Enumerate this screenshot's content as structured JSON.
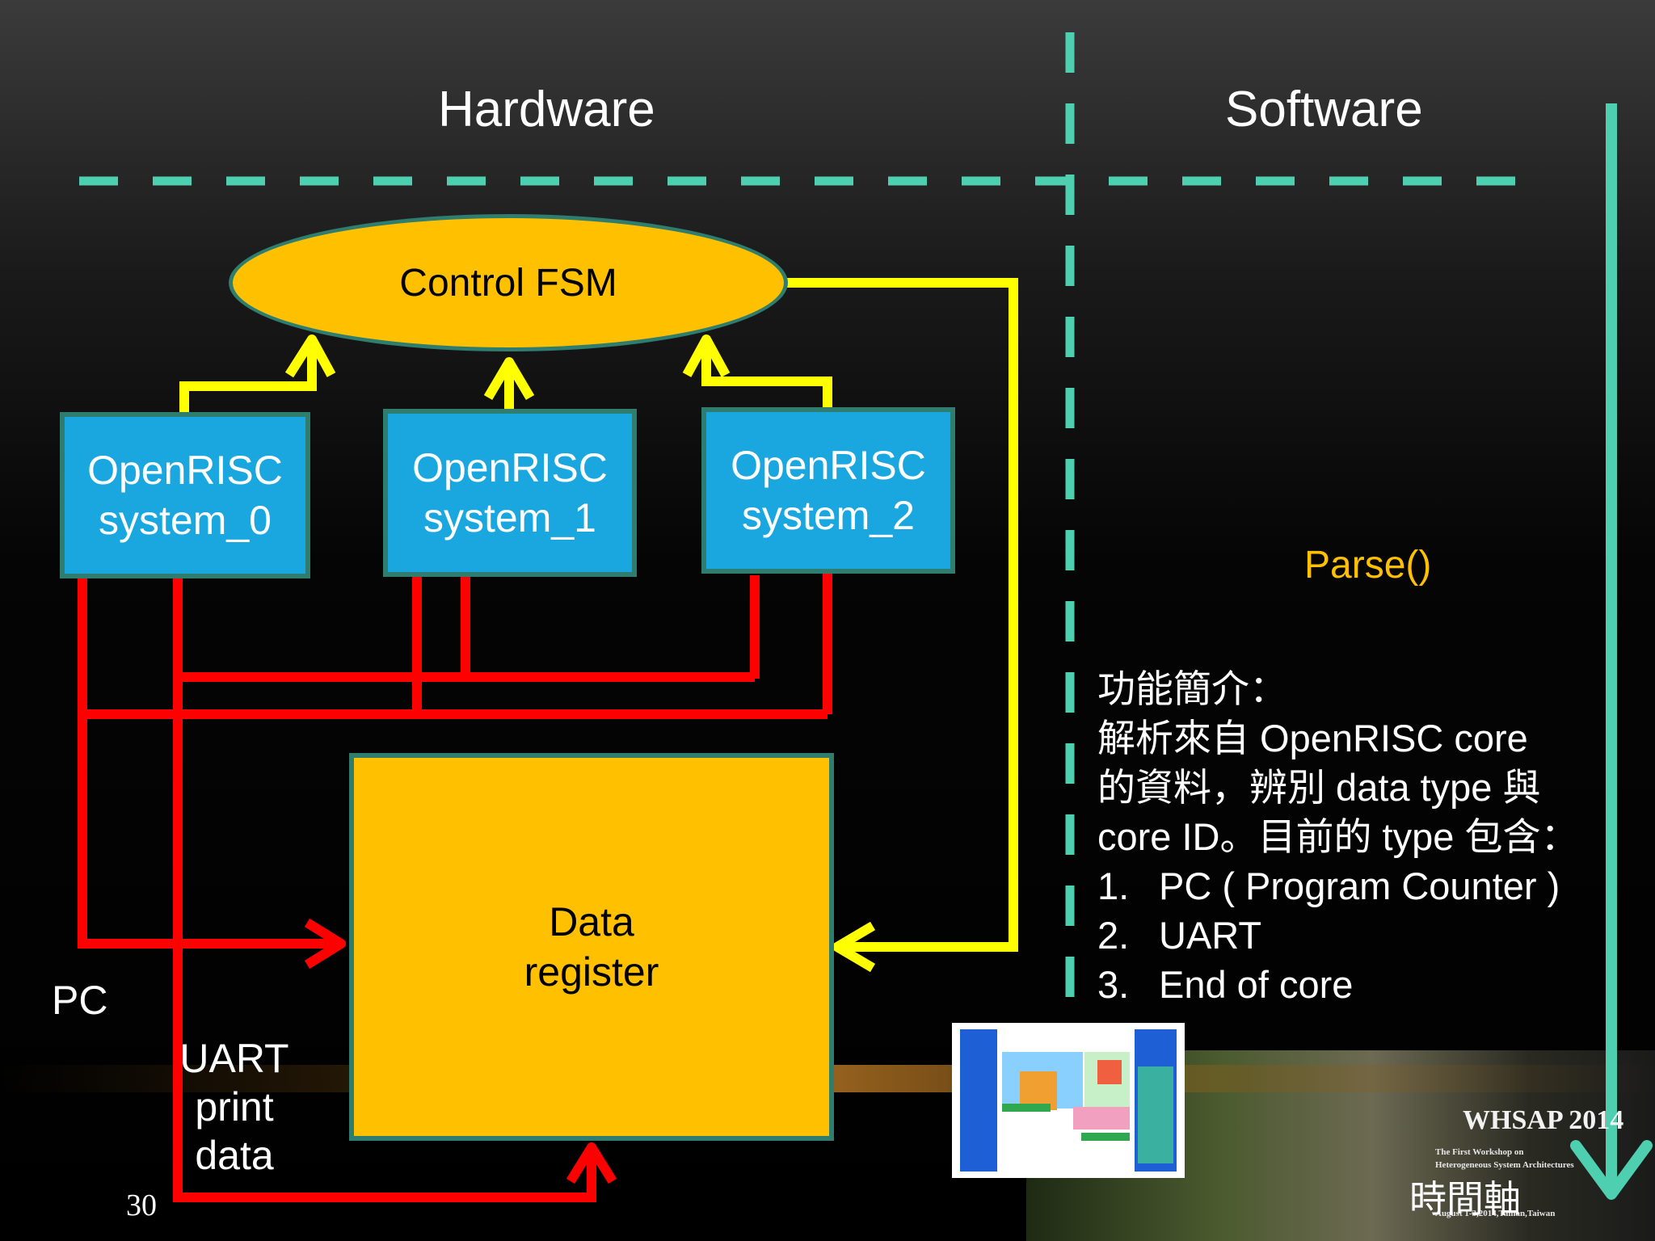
{
  "headings": {
    "hardware": "Hardware",
    "software": "Software"
  },
  "control_fsm": "Control FSM",
  "systems": [
    {
      "line1": "OpenRISC",
      "line2": "system_0"
    },
    {
      "line1": "OpenRISC",
      "line2": "system_1"
    },
    {
      "line1": "OpenRISC",
      "line2": "system_2"
    }
  ],
  "data_register": {
    "line1": "Data",
    "line2": "register"
  },
  "labels": {
    "pc": "PC",
    "uart_print_data": [
      "UART",
      "print",
      "data"
    ]
  },
  "software": {
    "parse": "Parse()",
    "intro_lines": [
      "功能簡介：",
      "解析來自 OpenRISC core",
      "的資料，辨別 data type 與",
      "core ID。目前的 type 包含："
    ],
    "types": [
      {
        "num": "1.",
        "text": "PC ( Program Counter )"
      },
      {
        "num": "2.",
        "text": "UART"
      },
      {
        "num": "3.",
        "text": "End of core"
      }
    ],
    "time_axis": "時間軸"
  },
  "footer": {
    "page_number": "30",
    "logo_title": "WHSAP 2014",
    "logo_sub1": "The First Workshop on",
    "logo_sub2": "Heterogeneous System Architectures",
    "logo_sub3": "August 1-3,2014,Tainan,Taiwan"
  },
  "colors": {
    "divider": "#4ecfb0",
    "yellow_wire": "#ffff00",
    "red_wire": "#ff0000",
    "box_fill": "#1aa7e0",
    "block_fill": "#ffc000",
    "parse_text": "#ffc000"
  }
}
